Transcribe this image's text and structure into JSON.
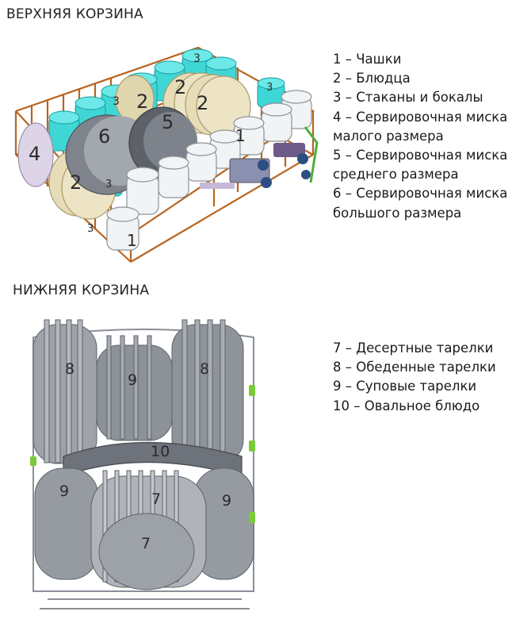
{
  "upper_basket": {
    "title": "ВЕРХНЯЯ КОРЗИНА",
    "legend": [
      "1 – Чашки",
      "2 – Блюдца",
      "3 – Стаканы и бокалы",
      "4 – Сервировочная миска",
      "малого размера",
      "5 – Сервировочная миска",
      "среднего размера",
      "6 – Сервировочная миска",
      "большого размера"
    ],
    "markers": {
      "cups": "1",
      "saucers": "2",
      "glasses": "3",
      "bowl_small": "4",
      "bowl_medium": "5",
      "bowl_large": "6"
    },
    "colors": {
      "rack": "#b8641f",
      "glass": "#3fd6d6",
      "cup": "#f1f3f5",
      "saucer": "#e6ddb8",
      "bowl_large": "#8e9299",
      "bowl_medium": "#6e737b",
      "bowl_small": "#ddd4e8"
    }
  },
  "lower_basket": {
    "title": "НИЖНЯЯ КОРЗИНА",
    "legend": [
      "7 – Десертные тарелки",
      "8 – Обеденные тарелки",
      "9 – Суповые тарелки",
      "10 – Овальное блюдо"
    ],
    "markers": {
      "dessert_plates": "7",
      "dinner_plates": "8",
      "soup_plates": "9",
      "oval_dish": "10"
    },
    "colors": {
      "plate": "#9ea3aa",
      "plate_dark": "#7d828a",
      "rack": "#8a8f96",
      "clip": "#7acb3a"
    }
  }
}
